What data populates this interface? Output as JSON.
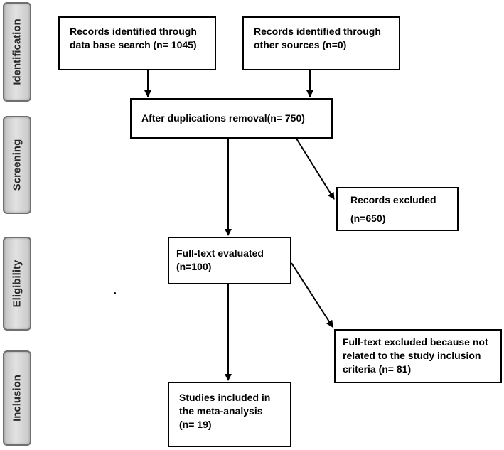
{
  "phases": {
    "identification": "Identification",
    "screening": "Screening",
    "eligibility": "Eligibility",
    "inclusion": "Inclusion"
  },
  "boxes": {
    "database_search": "Records identified through\ndata base search (n= 1045)",
    "other_sources": "Records identified through\nother sources (n=0)",
    "after_duplicates": "After duplications removal(n= 750)",
    "records_excluded": "Records excluded\n\n(n=650)",
    "full_text_evaluated": "Full-text evaluated\n(n=100)",
    "full_text_excluded": "Full-text excluded because not\nrelated to the study inclusion\ncriteria (n= 81)",
    "studies_included": "Studies included in\nthe meta-analysis\n(n=  19)"
  }
}
